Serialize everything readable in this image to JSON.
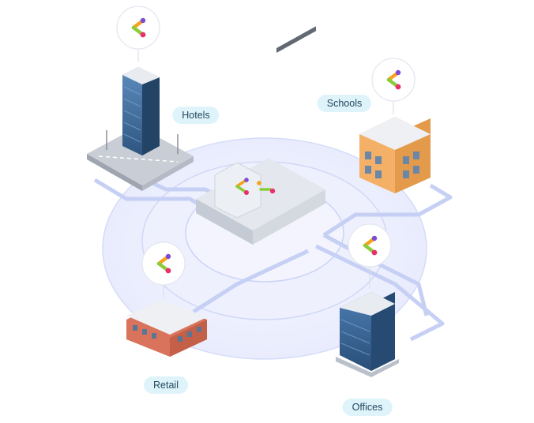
{
  "labels": {
    "hotels": "Hotels",
    "schools": "Schools",
    "retail": "Retail",
    "offices": "Offices"
  },
  "colors": {
    "ring": "#dfe4fb",
    "link": "#c6d0f4",
    "pill_bg": "#dff3fb",
    "pill_text": "#23495e",
    "logo_orange": "#f6a21a",
    "logo_green": "#8ccc3b",
    "logo_purple": "#7b4bd6",
    "logo_pink": "#e8306b",
    "tower_glass": "#3f6d9b",
    "school_wall": "#f3b066",
    "retail_brick": "#d9735b"
  },
  "icons": [
    "logo-badge-icon",
    "network-switch-icon",
    "building-icon"
  ]
}
